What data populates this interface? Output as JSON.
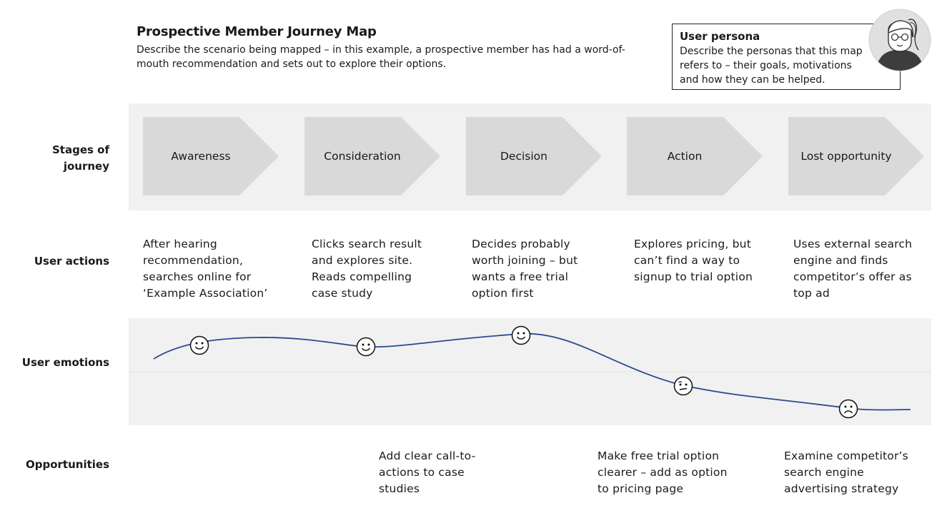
{
  "header": {
    "title": "Prospective Member Journey Map",
    "description": "Describe the scenario being mapped – in this example, a prospective member has had a word-of-mouth recommendation and sets out to explore their options."
  },
  "persona": {
    "title": "User persona",
    "description": "Describe the personas that this map refers to – their goals, motivations and how they can be helped.",
    "avatar_icon": "woman-avatar-icon"
  },
  "rows": {
    "stages": "Stages of journey",
    "actions": "User actions",
    "emotions": "User emotions",
    "opportunities": "Opportunities"
  },
  "stages": [
    {
      "label": "Awareness"
    },
    {
      "label": "Consideration"
    },
    {
      "label": "Decision"
    },
    {
      "label": "Action"
    },
    {
      "label": "Lost opportunity"
    }
  ],
  "actions": [
    "After hearing recommendation, searches online for ‘Example Association’",
    "Clicks search result and explores site. Reads compelling case study",
    "Decides probably worth joining – but wants a free trial option first",
    "Explores pricing, but can’t find a way to signup to trial option",
    "Uses external search engine and finds competitor’s offer as top ad"
  ],
  "emotions": [
    {
      "stage": "Awareness",
      "face": "happy"
    },
    {
      "stage": "Consideration",
      "face": "happy"
    },
    {
      "stage": "Decision",
      "face": "happy"
    },
    {
      "stage": "Action",
      "face": "confused"
    },
    {
      "stage": "Lost opportunity",
      "face": "sad"
    }
  ],
  "opportunities": [
    {
      "stage": "Consideration",
      "text": "Add clear call-to-actions to case studies"
    },
    {
      "stage": "Action",
      "text": "Make free trial option clearer – add as option to pricing page"
    },
    {
      "stage": "Lost opportunity",
      "text": "Examine competitor’s search engine advertising strategy"
    }
  ],
  "colors": {
    "band": "#f1f1f1",
    "stage_fill": "#d9d9d9",
    "emotion_line": "#2b4a8b"
  }
}
